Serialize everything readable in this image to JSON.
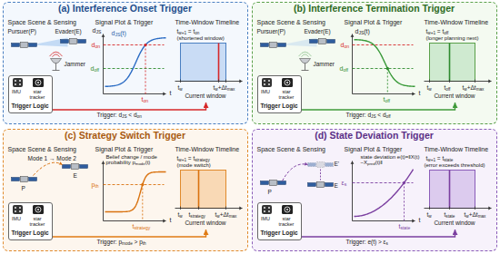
{
  "diagram": {
    "nodes": [
      {
        "text": [
          "(a) Interference Onset Trigger"
        ]
      },
      {
        "text": [
          "IMU",
          "star tracker",
          "Trigger Logic"
        ],
        "in": 0
      },
      {
        "text": [
          "Current window"
        ],
        "in": 0
      },
      {
        "text": [
          "(b) Interference Termination Trigger"
        ]
      },
      {
        "text": [
          "IMU",
          "star tracker",
          "Trigger Logic"
        ],
        "in": 3
      },
      {
        "text": [
          "Current window"
        ],
        "in": 3
      },
      {
        "text": [
          "(c) Strategy Switch Trigger"
        ]
      },
      {
        "text": [
          "IMU",
          "star tracker",
          "Trigger Logic"
        ],
        "in": 6
      },
      {
        "text": [
          "Current window"
        ],
        "in": 6
      },
      {
        "text": [
          "(d) State Deviation Trigger"
        ]
      },
      {
        "text": [
          "IMU",
          "star tracker",
          "Trigger Logic"
        ],
        "in": 9
      },
      {
        "text": [
          "Current window"
        ],
        "in": 9
      }
    ],
    "edges": [
      {
        "from": 1,
        "to": 2,
        "arrow": "to",
        "label": "Trigger: dJS < don"
      },
      {
        "from": 4,
        "to": 5,
        "arrow": "to",
        "label": "Trigger: dJS < doff"
      },
      {
        "from": 7,
        "to": 8,
        "arrow": "to",
        "label": "Trigger: pmode > pth"
      },
      {
        "from": 10,
        "to": 11,
        "arrow": "to",
        "label": "Trigger: e(t) > εs"
      }
    ],
    "labels": [
      "Space Scene & Sensing",
      "Signal Plot & Trigger",
      "Time-Window Timeline",
      "Pursuer(P)",
      "Evader(E)",
      "Jammer",
      "dJS",
      "dJS(t)",
      "don",
      "doff",
      "ton",
      "t",
      "tw+1 = ton",
      "(shortened window)",
      "tw",
      "tw+Δtmax",
      "Space Scene & Sensing",
      "Signal Plot & Trigger",
      "Time-Window Timeline",
      "Pursuer(P)",
      "Evader(E)",
      "Jammer",
      "dJS(t)",
      "don",
      "doff",
      "toff",
      "t",
      "tw+1 = toff",
      "(longer planning next)",
      "tw",
      "toff",
      "tw+Δtmax",
      "Space Scene & Sensing",
      "Signal Plot & Trigger",
      "Time-Window Timeline",
      "Mode 1 → Mode 2",
      "P",
      "E",
      "Belief change / mode probability pmode(t)",
      "pth",
      "tstrategy",
      "t",
      "tw+1 = tstrategy",
      "(mode switch)",
      "tw",
      "tstrategy",
      "tw+Δtmax",
      "Space Scene & Sensing",
      "Signal Plot & Trigger",
      "Time-Window Timeline",
      "P",
      "E",
      "E'",
      "state deviation e(t)=‖X(t)−Xpred(t)‖",
      "εs",
      "tstate",
      "t",
      "tw+1 = tstate",
      "(error exceeds threshold)",
      "tw",
      "tstate",
      "tw+Δtmax"
    ]
  }
}
